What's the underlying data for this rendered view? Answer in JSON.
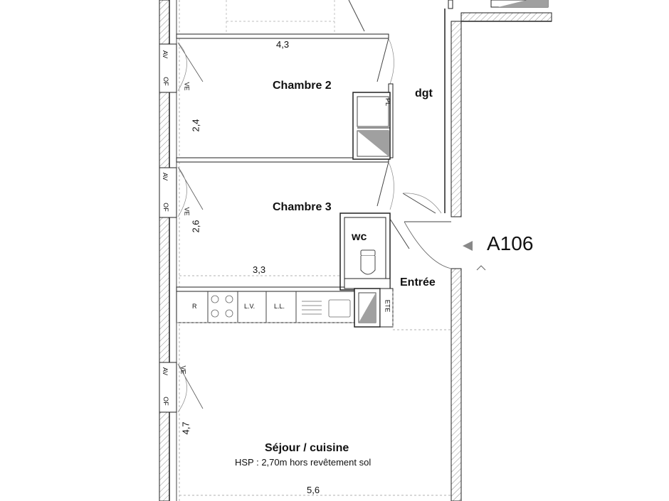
{
  "apartment": {
    "id": "A106"
  },
  "rooms": {
    "chambre2": "Chambre 2",
    "chambre3": "Chambre 3",
    "dgt": "dgt",
    "wc": "wc",
    "entree": "Entrée",
    "sejour": "Séjour / cuisine",
    "hsp_note": "HSP : 2,70m hors revêtement sol"
  },
  "dimensions": {
    "chambre2_width": "4,3",
    "chambre2_depth": "2,4",
    "chambre3_depth": "2,6",
    "chambre3_width": "3,3",
    "sejour_depth": "4,7",
    "sejour_width": "5,6"
  },
  "equipment": {
    "fridge": "R",
    "dishwasher": "L.V.",
    "washer": "L.L.",
    "closet_pl": "PL",
    "closet_ete": "ETE",
    "vmc": "VE"
  },
  "window_labels": {
    "av": "AV",
    "of": "OF"
  },
  "colors": {
    "wall": "#222222",
    "hatch": "#9a9a9a",
    "shaft_fill": "#a0a0a0"
  }
}
